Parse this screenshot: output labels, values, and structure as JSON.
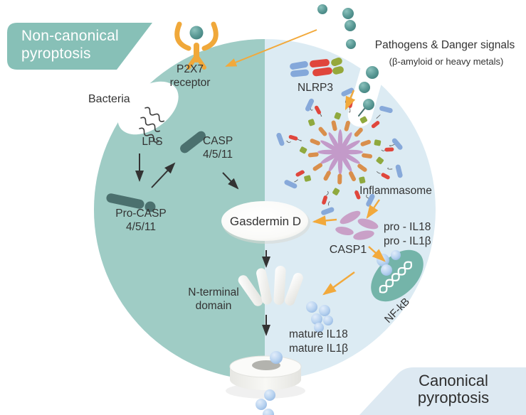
{
  "banners": {
    "non_canonical": {
      "line1": "Non-canonical",
      "line2": "pyroptosis"
    },
    "canonical": {
      "line1": "Canonical",
      "line2": "pyroptosis"
    }
  },
  "labels": {
    "pathogens_title": "Pathogens & Danger signals",
    "pathogens_sub": "(β-amyloid or heavy metals)",
    "p2x7_line1": "P2X7",
    "p2x7_line2": "receptor",
    "bacteria": "Bacteria",
    "nlrp3": "NLRP3",
    "lps": "LPS",
    "casp_line1": "CASP",
    "casp_line2": "4/5/11",
    "pro_casp_line1": "Pro-CASP",
    "pro_casp_line2": "4/5/11",
    "gasdermin": "Gasdermin D",
    "inflammasome": "Inflammasome",
    "casp1": "CASP1",
    "pro_il18": "pro - IL18",
    "pro_il1b": "pro - IL1β",
    "nfkb": "NF-kB",
    "nterm_line1": "N-terminal",
    "nterm_line2": "domain",
    "mature_il18": "mature IL18",
    "mature_il1b": "mature IL1β"
  },
  "colors": {
    "teal_banner": "#87c0b7",
    "cell_left": "#9fccc5",
    "cell_right": "#dcebf3",
    "blue_banner": "#dde9f2",
    "rod_dark": "#4b706e",
    "arrow_orange": "#f2a93b",
    "arrow_dark": "#333333",
    "teal_ball": "#4f908c",
    "blue_ball": "#a9c9ec",
    "receptor_orange": "#f0a83a",
    "casp1_petal": "#c9a0c7",
    "nfkb_oval": "#74b4a9",
    "nlrp3_blue": "#84a8da",
    "nlrp3_red": "#e0463c",
    "nlrp3_green": "#95a83b",
    "inflammasome_center": "#c39ac9",
    "inflammasome_orange": "#d98f4c",
    "inflammasome_green": "#8fa93e",
    "inflammasome_red": "#e0463c",
    "inflammasome_blue": "#87a9da",
    "text": "#333333"
  }
}
